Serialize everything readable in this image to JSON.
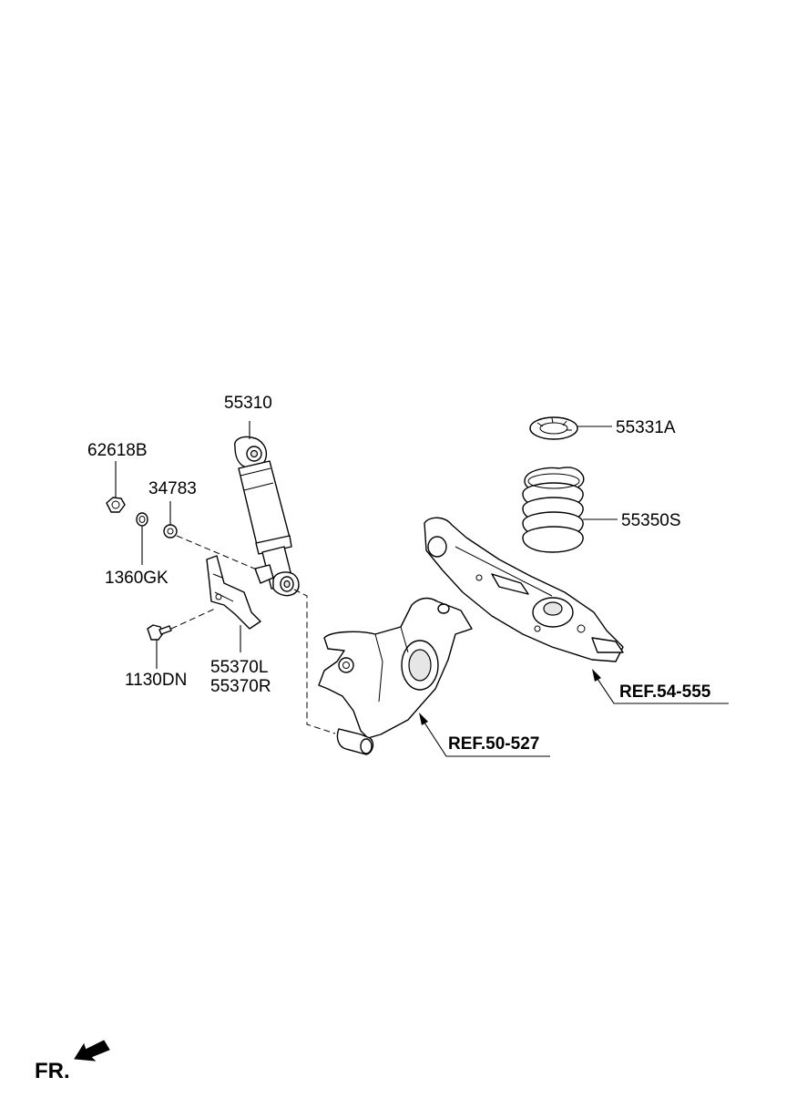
{
  "labels": {
    "shock_absorber": "55310",
    "nut": "62618B",
    "washer": "34783",
    "lock_washer": "1360GK",
    "bracket_l": "55370L",
    "bracket_r": "55370R",
    "bolt": "1130DN",
    "spring_pad": "55331A",
    "coil_spring": "55350S",
    "ref_knuckle": "REF.50-527",
    "ref_lower_arm": "REF.54-555",
    "front_direction": "FR."
  }
}
